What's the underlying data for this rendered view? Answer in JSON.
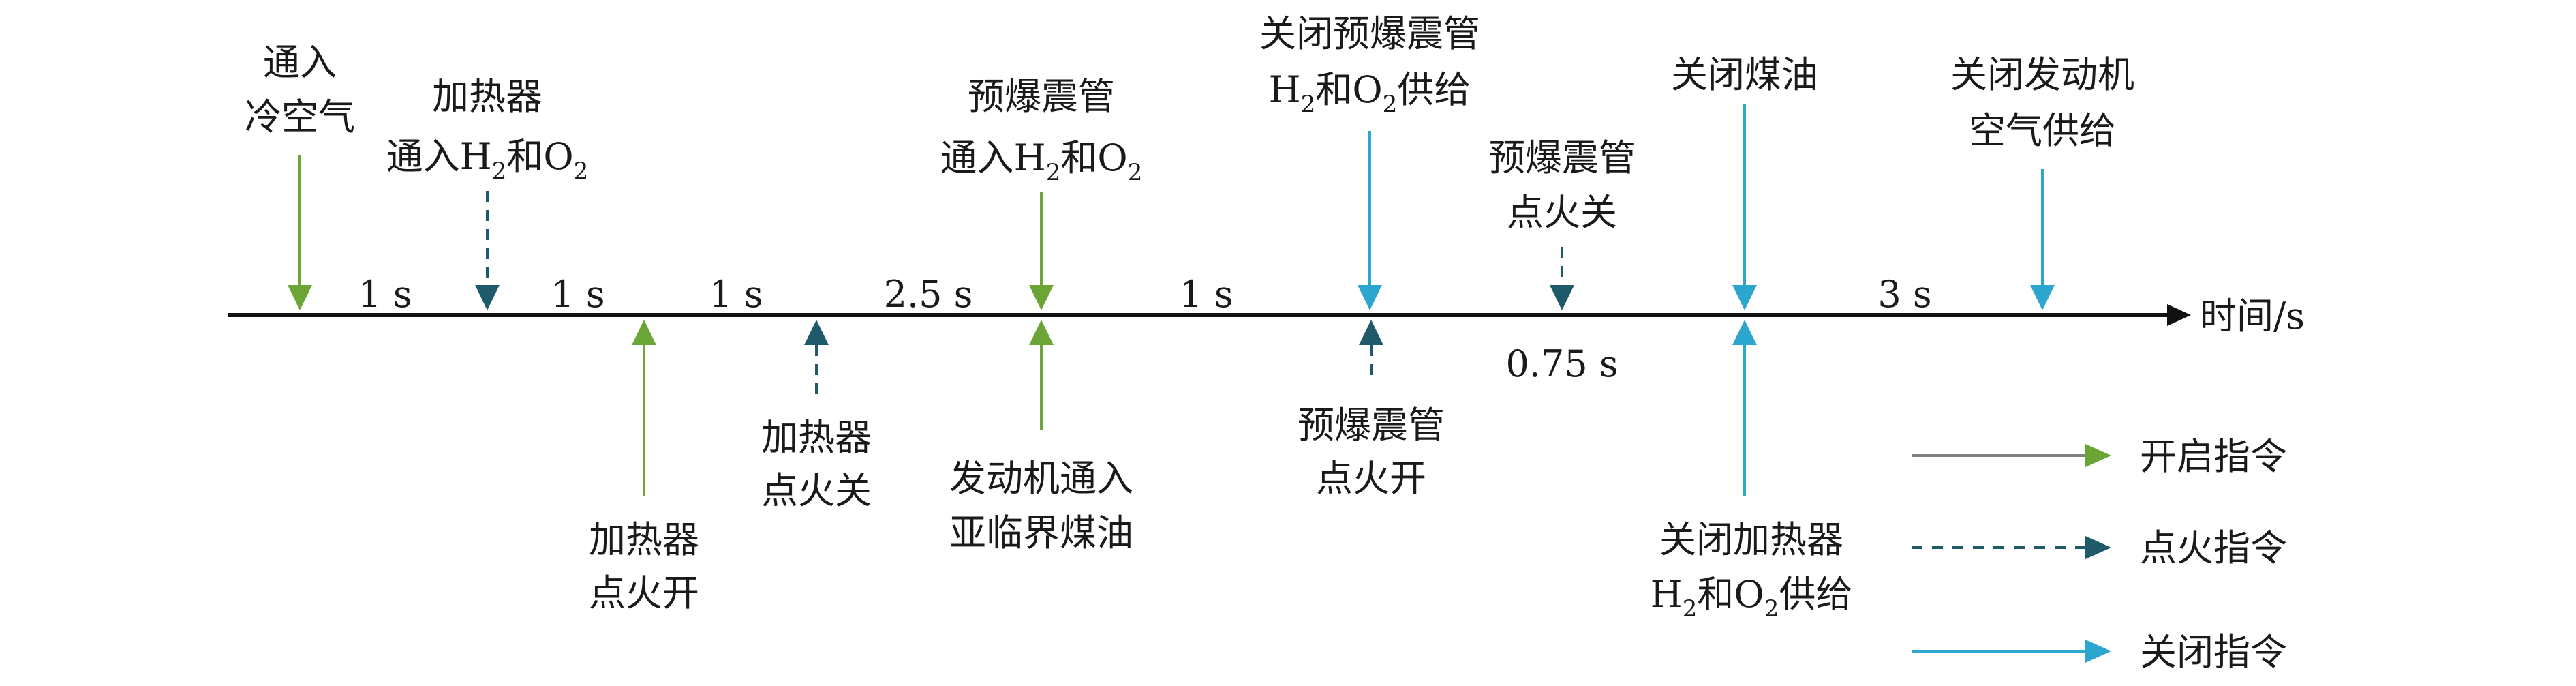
{
  "colors": {
    "open": "#6aa535",
    "ignite": "#1e5a6a",
    "close": "#2da6cf",
    "axis": "#111111"
  },
  "axis_label": "时间/s",
  "interval_labels": [
    "1 s",
    "1 s",
    "1 s",
    "2.5 s",
    "1 s",
    "0.75 s",
    "3 s"
  ],
  "events_above": [
    {
      "type": "open",
      "lines": [
        "通入",
        "冷空气"
      ]
    },
    {
      "type": "ignite",
      "lines": [
        "加热器",
        "通入H2和O2"
      ]
    },
    {
      "type": "open",
      "lines": [
        "预爆震管",
        "通入H2和O2"
      ]
    },
    {
      "type": "close",
      "lines": [
        "关闭预爆震管",
        "H2和O2供给"
      ]
    },
    {
      "type": "ignite",
      "lines": [
        "预爆震管",
        "点火关"
      ]
    },
    {
      "type": "close",
      "lines": [
        "关闭煤油"
      ]
    },
    {
      "type": "close",
      "lines": [
        "关闭发动机",
        "空气供给"
      ]
    }
  ],
  "events_below": [
    {
      "type": "open",
      "lines": [
        "加热器",
        "点火开"
      ]
    },
    {
      "type": "ignite",
      "lines": [
        "加热器",
        "点火关"
      ]
    },
    {
      "type": "open",
      "lines": [
        "发动机通入",
        "亚临界煤油"
      ]
    },
    {
      "type": "ignite",
      "lines": [
        "预爆震管",
        "点火开"
      ]
    },
    {
      "type": "close",
      "lines": [
        "关闭加热器",
        "H2和O2供给"
      ]
    }
  ],
  "legend": [
    {
      "type": "open",
      "style": "solid",
      "label": "开启指令"
    },
    {
      "type": "ignite",
      "style": "dashed",
      "label": "点火指令"
    },
    {
      "type": "close",
      "style": "solid",
      "label": "关闭指令"
    }
  ]
}
